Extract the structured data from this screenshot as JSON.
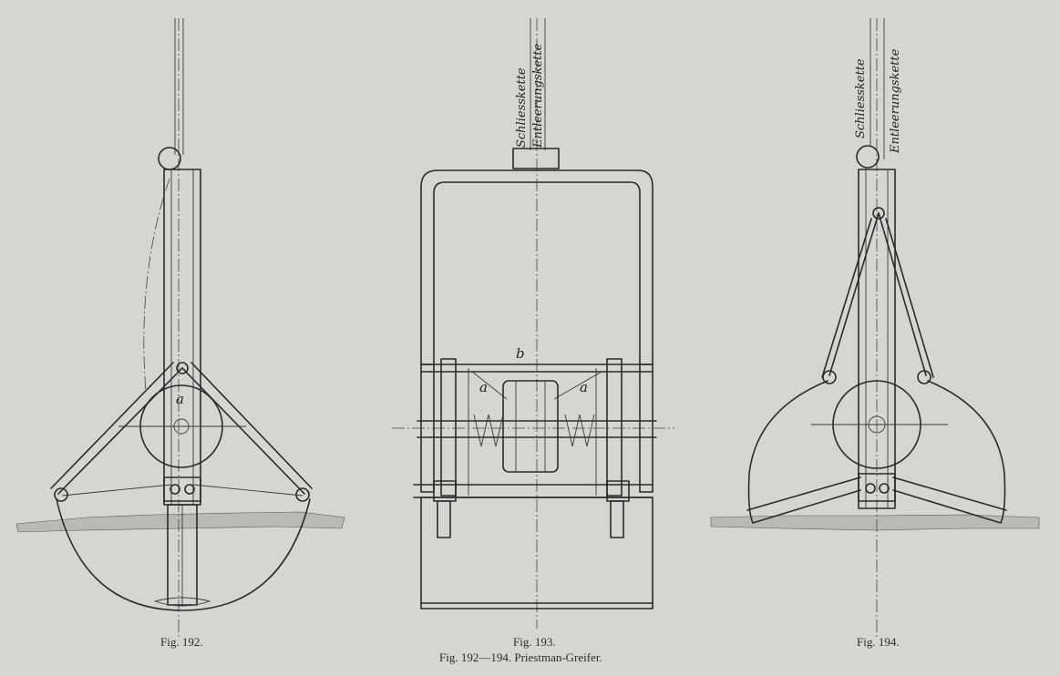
{
  "figures": [
    {
      "id": "fig192",
      "caption": "Fig. 192.",
      "labels": {
        "a": "a"
      }
    },
    {
      "id": "fig193",
      "caption": "Fig. 193.",
      "labels": {
        "chain_close": "Schliesskette",
        "chain_empty": "Entleerungskette",
        "b": "b",
        "a_left": "a",
        "a_right": "a"
      }
    },
    {
      "id": "fig194",
      "caption": "Fig. 194.",
      "labels": {
        "chain_close": "Schliesskette",
        "chain_empty": "Entleerungskette"
      }
    }
  ],
  "plate_caption": "Fig. 192—194.   Priestman-Greifer."
}
